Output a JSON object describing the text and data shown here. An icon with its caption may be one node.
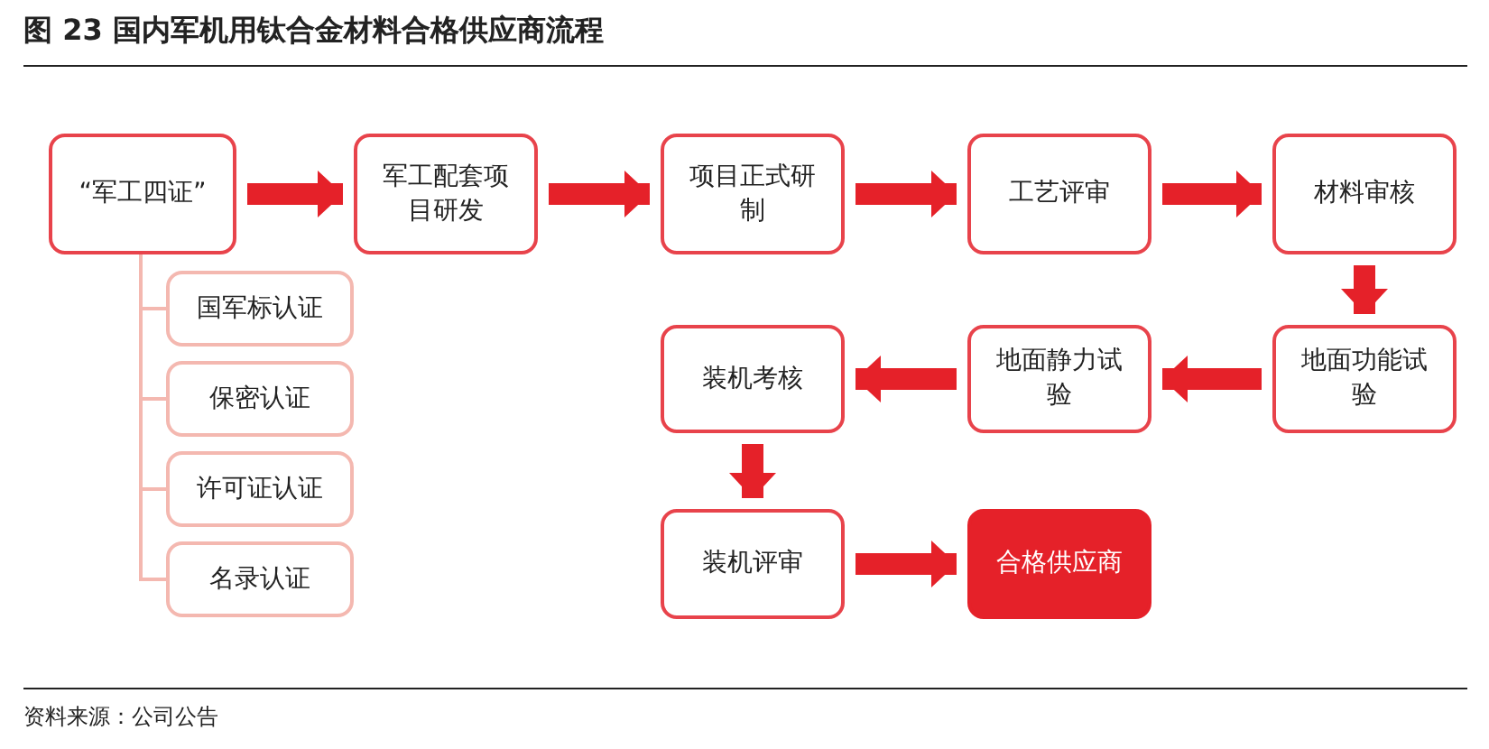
{
  "diagram": {
    "title": "图 23 国内军机用钛合金材料合格供应商流程",
    "caption": "资料来源：公司公告",
    "nodes": [
      {
        "text": [
          "“军工四证”"
        ]
      },
      {
        "text": [
          "军工配套项目研发"
        ]
      },
      {
        "text": [
          "项目正式研制"
        ]
      },
      {
        "text": [
          "工艺评审"
        ]
      },
      {
        "text": [
          "材料审核"
        ]
      },
      {
        "text": [
          "地面功能试验"
        ]
      },
      {
        "text": [
          "地面静力试验"
        ]
      },
      {
        "text": [
          "装机考核"
        ]
      },
      {
        "text": [
          "装机评审"
        ]
      },
      {
        "text": [
          "合格供应商"
        ]
      },
      {
        "text": [
          "国军标认证"
        ]
      },
      {
        "text": [
          "保密认证"
        ]
      },
      {
        "text": [
          "许可证认证"
        ]
      },
      {
        "text": [
          "名录认证"
        ]
      }
    ],
    "edges": [
      {
        "from": 0,
        "to": 1,
        "arrow": "to"
      },
      {
        "from": 1,
        "to": 2,
        "arrow": "to"
      },
      {
        "from": 2,
        "to": 3,
        "arrow": "to"
      },
      {
        "from": 3,
        "to": 4,
        "arrow": "to"
      },
      {
        "from": 4,
        "to": 5,
        "arrow": "to"
      },
      {
        "from": 5,
        "to": 6,
        "arrow": "to"
      },
      {
        "from": 6,
        "to": 7,
        "arrow": "to"
      },
      {
        "from": 7,
        "to": 8,
        "arrow": "to"
      },
      {
        "from": 8,
        "to": 9,
        "arrow": "to"
      },
      {
        "from": 0,
        "to": 10,
        "arrow": "none",
        "color": "#f4b8b0"
      },
      {
        "from": 0,
        "to": 11,
        "arrow": "none",
        "color": "#f4b8b0"
      },
      {
        "from": 0,
        "to": 12,
        "arrow": "none",
        "color": "#f4b8b0"
      },
      {
        "from": 0,
        "to": 13,
        "arrow": "none",
        "color": "#f4b8b0"
      }
    ]
  }
}
